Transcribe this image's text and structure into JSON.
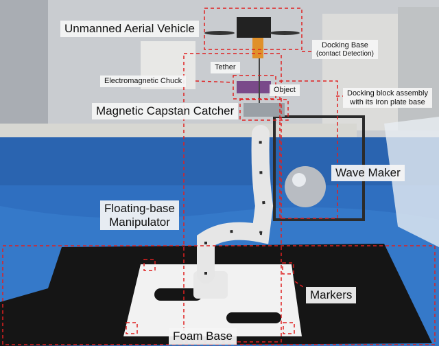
{
  "labels": {
    "uav": "Unmanned Aerial Vehicle",
    "docking_base": "Docking Base",
    "docking_base_sub": "(contact Detection)",
    "tether": "Tether",
    "electromagnetic_chuck": "Electromagnetic Chuck",
    "object": "Object",
    "docking_block": "Docking block assembly",
    "docking_block_sub": "with its Iron plate base",
    "capstan_catcher": "Magnetic Capstan Catcher",
    "wave_maker": "Wave Maker",
    "manipulator_line1": "Floating-base",
    "manipulator_line2": "Manipulator",
    "markers": "Markers",
    "foam_base": "Foam Base"
  },
  "colors": {
    "annotation_red": "#e02020",
    "pool_blue": "#2f6fc0",
    "foam_black": "#151515",
    "platform_white": "#f2f2f2"
  }
}
